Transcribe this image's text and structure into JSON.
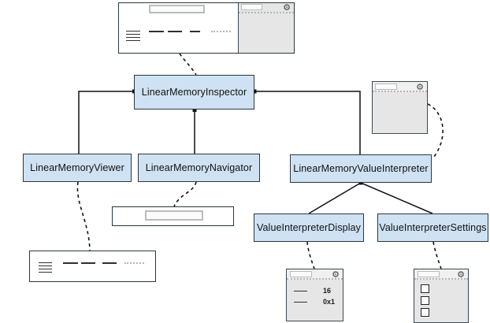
{
  "diagram": {
    "nodes": {
      "inspector": {
        "label": "LinearMemoryInspector"
      },
      "viewer": {
        "label": "LinearMemoryViewer"
      },
      "navigator": {
        "label": "LinearMemoryNavigator"
      },
      "value_interpreter": {
        "label": "LinearMemoryValueInterpreter"
      },
      "display": {
        "label": "ValueInterpreterDisplay"
      },
      "settings": {
        "label": "ValueInterpreterSettings"
      }
    },
    "edges": [
      {
        "from": "LinearMemoryInspector",
        "to": "LinearMemoryViewer",
        "style": "solid"
      },
      {
        "from": "LinearMemoryInspector",
        "to": "LinearMemoryNavigator",
        "style": "solid"
      },
      {
        "from": "LinearMemoryInspector",
        "to": "LinearMemoryValueInterpreter",
        "style": "solid"
      },
      {
        "from": "LinearMemoryValueInterpreter",
        "to": "ValueInterpreterDisplay",
        "style": "solid"
      },
      {
        "from": "LinearMemoryValueInterpreter",
        "to": "ValueInterpreterSettings",
        "style": "solid"
      },
      {
        "from": "inspector-ui-sketch",
        "to": "LinearMemoryInspector",
        "style": "dashed"
      },
      {
        "from": "value-interpreter-ui-sketch",
        "to": "LinearMemoryValueInterpreter",
        "style": "dashed"
      },
      {
        "from": "LinearMemoryViewer",
        "to": "viewer-ui-sketch",
        "style": "dashed"
      },
      {
        "from": "LinearMemoryNavigator",
        "to": "navigator-ui-sketch",
        "style": "dashed"
      },
      {
        "from": "ValueInterpreterDisplay",
        "to": "display-ui-sketch",
        "style": "dashed"
      },
      {
        "from": "ValueInterpreterSettings",
        "to": "settings-ui-sketch",
        "style": "dashed"
      }
    ],
    "mockups": {
      "display_rows": [
        {
          "value": "16"
        },
        {
          "value": "0x1"
        }
      ],
      "settings_checkbox_count": 3
    },
    "icons": {
      "gear": "⚙"
    },
    "colors": {
      "node_fill": "#cfe2f3",
      "node_border": "#2b3740",
      "panel_fill": "#e6e6e6",
      "panel_header_fill": "#f0f0f0",
      "connector_line": "#111111",
      "background": "#ffffff"
    }
  }
}
